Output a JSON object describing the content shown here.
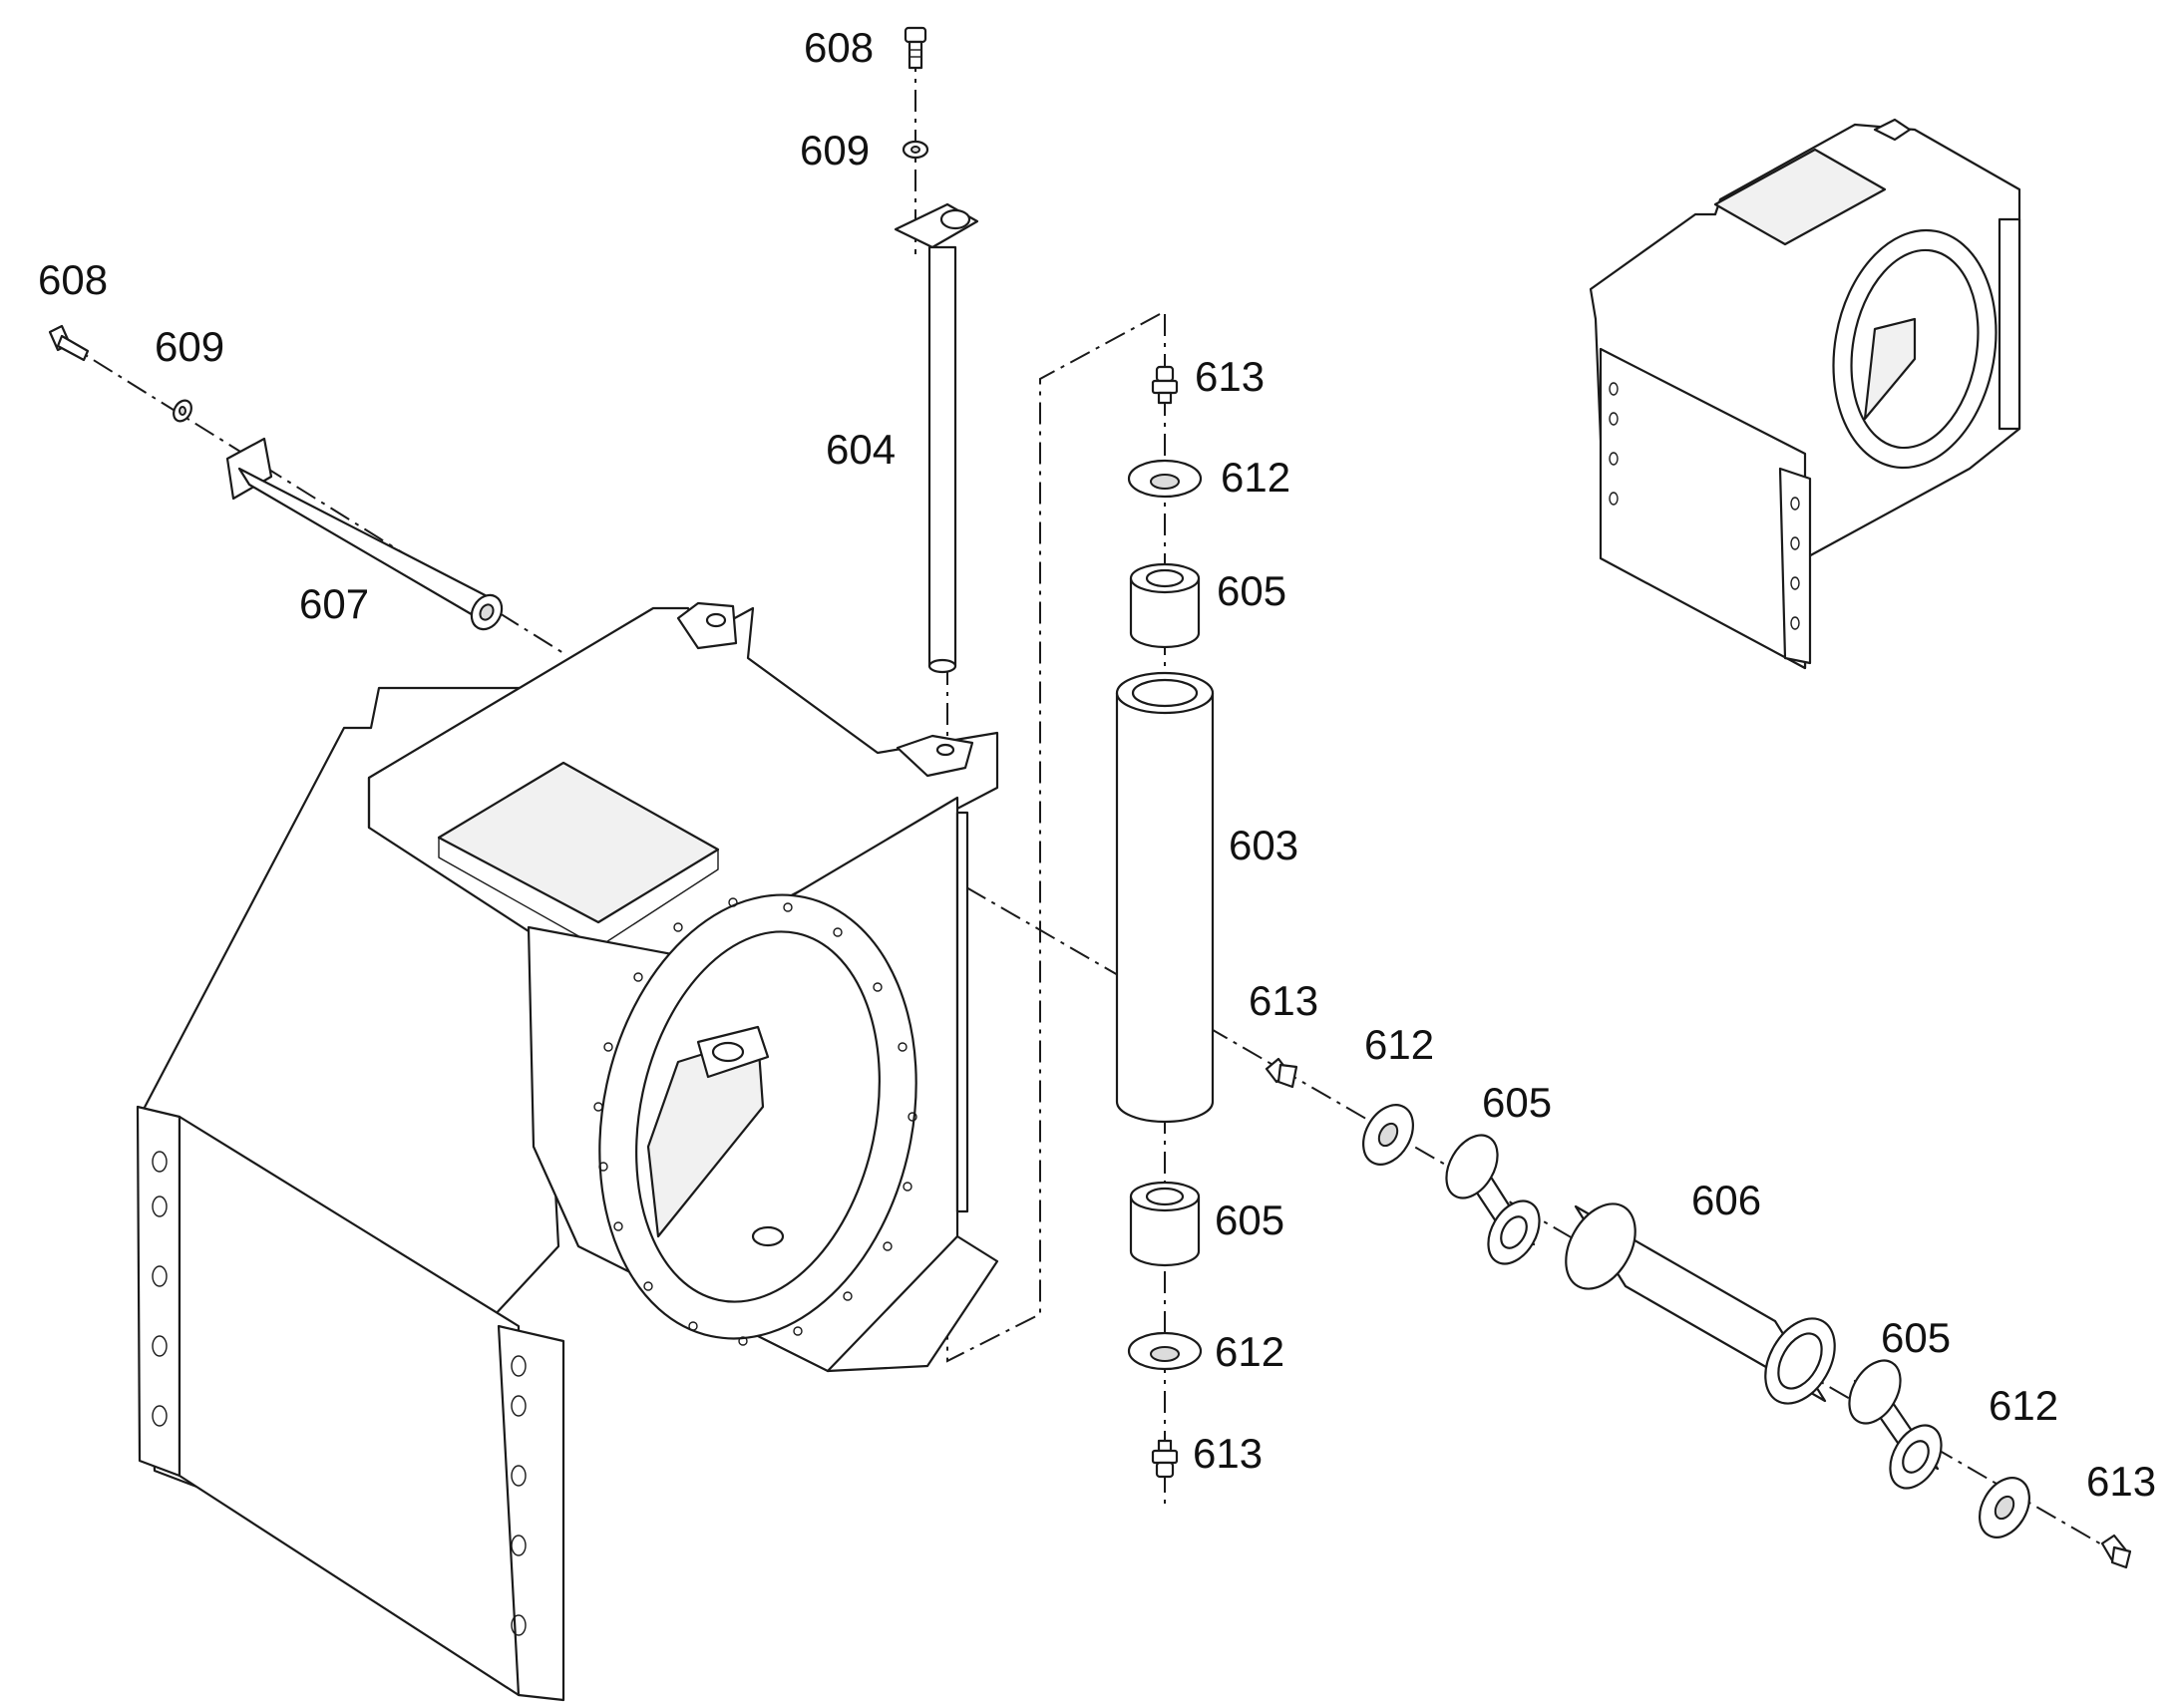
{
  "callouts": {
    "c608_top": "608",
    "c609_top": "609",
    "c604": "604",
    "c608_left": "608",
    "c609_left": "609",
    "c607": "607",
    "c613_a": "613",
    "c612_a": "612",
    "c605_a": "605",
    "c603": "603",
    "c613_b": "613",
    "c612_b": "612",
    "c605_b": "605",
    "c606": "606",
    "c605_c": "605",
    "c612_c": "612",
    "c605_d": "605",
    "c612_d": "612",
    "c613_c": "613",
    "c613_d": "613"
  },
  "colors": {
    "line": "#1a1a1a",
    "background": "#ffffff",
    "shade": "#f1f1f1"
  }
}
